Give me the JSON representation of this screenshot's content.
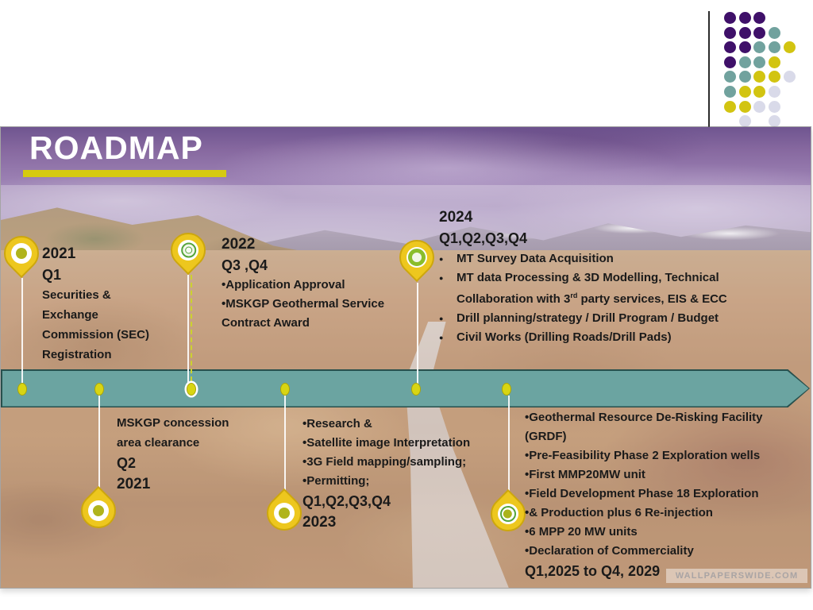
{
  "decor": {
    "colors": {
      "purple": "#3f1069",
      "teal": "#71a29e",
      "yellow": "#d2c411",
      "lavender": "#d9dae9"
    },
    "rows": [
      [
        "purple",
        "purple",
        "purple",
        null,
        null
      ],
      [
        "purple",
        "purple",
        "purple",
        "teal",
        null
      ],
      [
        "purple",
        "purple",
        "teal",
        "teal",
        "yellow"
      ],
      [
        "purple",
        "teal",
        "teal",
        "yellow",
        null
      ],
      [
        "teal",
        "teal",
        "yellow",
        "yellow",
        "lavender"
      ],
      [
        "teal",
        "yellow",
        "yellow",
        "lavender",
        null
      ],
      [
        "yellow",
        "yellow",
        "lavender",
        "lavender",
        null
      ],
      [
        null,
        "lavender",
        null,
        "lavender",
        null
      ]
    ]
  },
  "slide": {
    "title": "ROADMAP",
    "title_color": "#ffffff",
    "underline_color": "#d6ca10",
    "watermark": "WALLPAPERSWIDE.COM",
    "timeline": {
      "arrow_color": "#6ba4a1",
      "dot_color": "#d8d513",
      "dot_x": [
        27,
        124,
        240,
        358,
        523,
        637
      ],
      "ringed_index": 2
    },
    "milestones": {
      "m2021": {
        "lines": [
          {
            "style": "year",
            "text": "2021"
          },
          {
            "style": "quarter",
            "text": "Q1"
          },
          {
            "style": "body",
            "text": "Securities &"
          },
          {
            "style": "body",
            "text": "Exchange"
          },
          {
            "style": "body",
            "text": "Commission (SEC)"
          },
          {
            "style": "body",
            "text": "Registration"
          }
        ]
      },
      "m2022": {
        "lines": [
          {
            "style": "year",
            "text": "2022"
          },
          {
            "style": "quarter",
            "text": "Q3 ,Q4"
          },
          {
            "style": "bullet",
            "text": "Application Approval"
          },
          {
            "style": "bullet",
            "text": "MSKGP Geothermal Service"
          },
          {
            "style": "cont",
            "text": "Contract Award"
          }
        ]
      },
      "m2024": {
        "lines": [
          {
            "style": "year",
            "text": "2024"
          },
          {
            "style": "quarter",
            "text": "Q1,Q2,Q3,Q4"
          },
          {
            "style": "bullet-hang",
            "text": "MT Survey Data Acquisition"
          },
          {
            "style": "bullet-hang",
            "text": "MT data Processing & 3D Modelling, Technical"
          },
          {
            "style": "cont-hang",
            "text": "Collaboration with 3rd party services, EIS & ECC"
          },
          {
            "style": "bullet-hang",
            "text": "Drill planning/strategy / Drill Program / Budget"
          },
          {
            "style": "bullet-hang",
            "text": "Civil Works (Drilling Roads/Drill Pads)"
          }
        ]
      },
      "mMskgp": {
        "lines": [
          {
            "style": "body",
            "text": "MSKGP concession"
          },
          {
            "style": "body",
            "text": "area clearance"
          },
          {
            "style": "quarter",
            "text": "Q2"
          },
          {
            "style": "year",
            "text": "2021"
          }
        ]
      },
      "m2023": {
        "lines": [
          {
            "style": "bullet",
            "text": "Research &"
          },
          {
            "style": "bullet",
            "text": "Satellite image Interpretation"
          },
          {
            "style": "bullet",
            "text": "3G Field mapping/sampling;"
          },
          {
            "style": "bullet",
            "text": "Permitting;"
          },
          {
            "style": "quarter",
            "text": "Q1,Q2,Q3,Q4"
          },
          {
            "style": "year",
            "text": "2023"
          }
        ]
      },
      "mFuture": {
        "lines": [
          {
            "style": "bullet",
            "text": "Geothermal Resource De-Risking Facility"
          },
          {
            "style": "cont",
            "text": "(GRDF)"
          },
          {
            "style": "bullet",
            "text": "Pre-Feasibility Phase 2 Exploration wells"
          },
          {
            "style": "bullet",
            "text": "First MMP20MW unit"
          },
          {
            "style": "bullet",
            "text": "Field Development Phase 18 Exploration"
          },
          {
            "style": "bullet",
            "text": "& Production plus 6 Re-injection"
          },
          {
            "style": "bullet",
            "text": "6 MPP 20 MW units"
          },
          {
            "style": "bullet",
            "text": "Declaration of Commerciality"
          },
          {
            "style": "quarter",
            "text": "Q1,2025 to Q4, 2029"
          }
        ]
      }
    }
  }
}
